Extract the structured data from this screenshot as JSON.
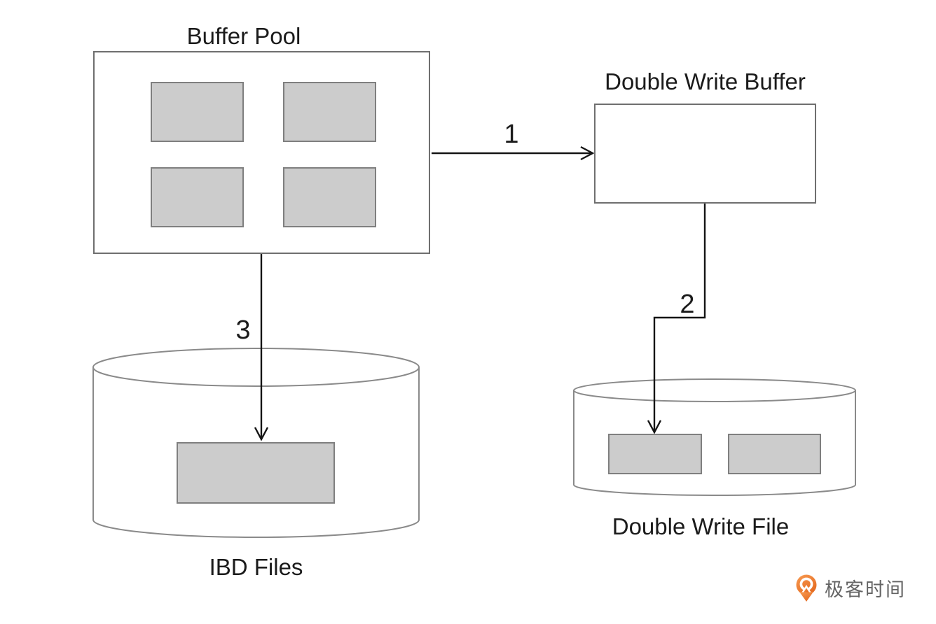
{
  "diagram": {
    "buffer_pool": {
      "title": "Buffer Pool"
    },
    "double_write_buffer": {
      "title": "Double Write Buffer"
    },
    "ibd_files": {
      "title": "IBD Files"
    },
    "double_write_file": {
      "title": "Double Write File"
    },
    "steps": {
      "to_double_write_buffer": "1",
      "to_double_write_file": "2",
      "to_ibd_files": "3"
    }
  },
  "branding": {
    "logo_text": "极客时间"
  },
  "colors": {
    "page_fill": "#cccccc",
    "page_border": "#7f7f7f",
    "box_border": "#6f6f6f",
    "cylinder_stroke": "#8a8a8a",
    "arrow": "#141414",
    "logo_orange": "#ec7c35",
    "logo_text_gray": "#646464"
  }
}
